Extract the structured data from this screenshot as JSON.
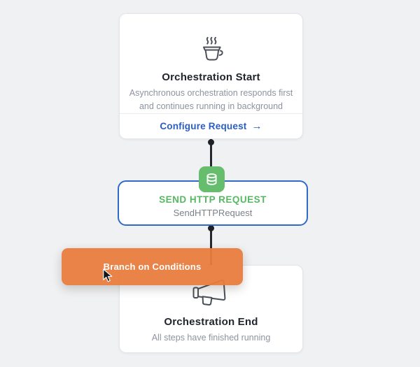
{
  "canvas": {
    "background_color": "#f0f1f3",
    "connector_color": "#26282c"
  },
  "flow": {
    "start_node": {
      "icon": "coffee-cup-icon",
      "title": "Orchestration Start",
      "description_line1": "Asynchronous orchestration responds first",
      "description_line2": "and continues running in background",
      "action": {
        "label": "Configure Request",
        "arrow": "→",
        "color": "#2a5ec6"
      }
    },
    "http_node": {
      "icon": "database-icon",
      "icon_bg_color": "#66bd6d",
      "selected_border_color": "#2f6bc6",
      "title": "SEND HTTP REQUEST",
      "title_color": "#57b862",
      "name": "SendHTTPRequest"
    },
    "end_node": {
      "icon": "megaphone-icon",
      "title": "Orchestration End",
      "description": "All steps have finished running"
    }
  },
  "drag_item": {
    "label": "Branch on Conditions",
    "color": "#e87c3d",
    "cursor": "arrow-pointer"
  }
}
